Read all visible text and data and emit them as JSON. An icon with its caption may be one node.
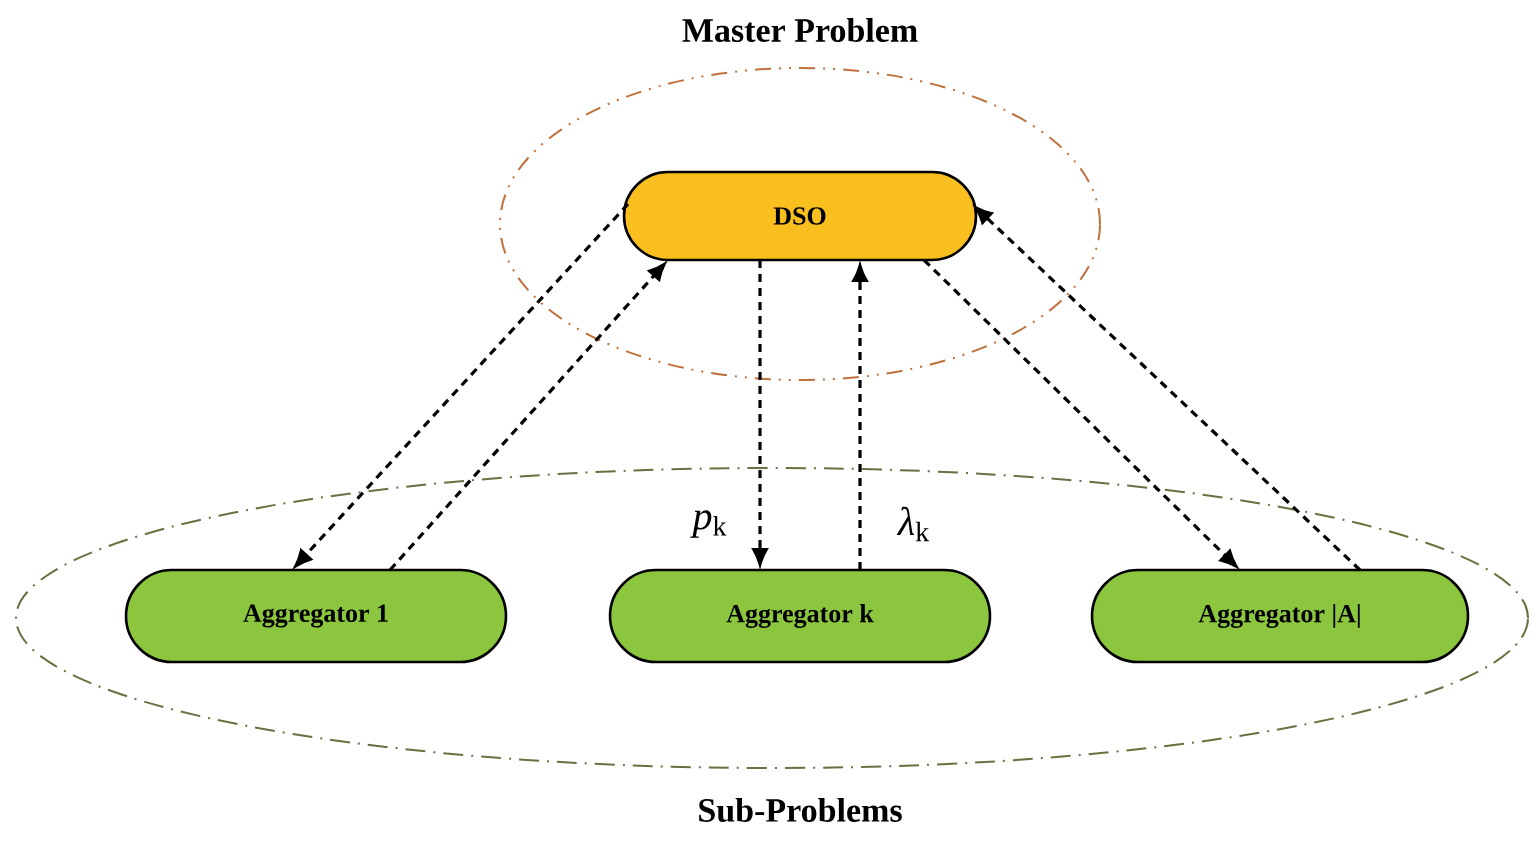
{
  "diagram": {
    "nodes": [
      {
        "text": [
          "Master Problem"
        ]
      },
      {
        "text": [
          "DSO"
        ],
        "in": 0
      },
      {
        "text": [
          "Sub-Problems"
        ]
      },
      {
        "text": [
          "Aggregator 1"
        ],
        "in": 2
      },
      {
        "text": [
          "Aggregator k"
        ],
        "in": 2
      },
      {
        "text": [
          "Aggregator |A|"
        ],
        "in": 2
      }
    ],
    "edges": [
      {
        "from": 1,
        "to": 3,
        "arrow": "to",
        "style": "dashed"
      },
      {
        "from": 3,
        "to": 1,
        "arrow": "to",
        "style": "dashed"
      },
      {
        "from": 1,
        "to": 4,
        "arrow": "to",
        "style": "dashed",
        "label": "*p*$_{k}$"
      },
      {
        "from": 4,
        "to": 1,
        "arrow": "to",
        "style": "dashed",
        "label": "*λ*$_{k}$"
      },
      {
        "from": 1,
        "to": 5,
        "arrow": "to",
        "style": "dashed"
      },
      {
        "from": 5,
        "to": 1,
        "arrow": "to",
        "style": "dashed"
      }
    ]
  }
}
